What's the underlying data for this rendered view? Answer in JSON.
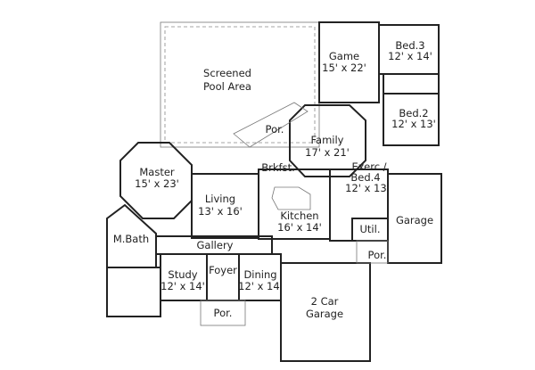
{
  "rooms": {
    "pool": {
      "name": "Screened",
      "name2": "Pool Area"
    },
    "game": {
      "name": "Game",
      "size": "15' x 22'"
    },
    "bed3": {
      "name": "Bed.3",
      "size": "12' x 14'"
    },
    "bed2": {
      "name": "Bed.2",
      "size": "12' x 13'"
    },
    "por_rear": {
      "name": "Por."
    },
    "family": {
      "name": "Family",
      "size": "17' x 21'"
    },
    "brkfst": {
      "name": "Brkfst."
    },
    "master": {
      "name": "Master",
      "size": "15' x 23'"
    },
    "living": {
      "name": "Living",
      "size": "13' x 16'"
    },
    "kitchen": {
      "name": "Kitchen",
      "size": "16' x 14'"
    },
    "exerc": {
      "name": "Exerc./",
      "name2": "Bed.4",
      "size": "12' x 13'"
    },
    "garage": {
      "name": "Garage"
    },
    "util": {
      "name": "Util."
    },
    "mbath": {
      "name": "M.Bath"
    },
    "gallery": {
      "name": "Gallery"
    },
    "study": {
      "name": "Study",
      "size": "12' x 14'"
    },
    "foyer": {
      "name": "Foyer"
    },
    "dining": {
      "name": "Dining",
      "size": "12' x 14'"
    },
    "por_side": {
      "name": "Por."
    },
    "por_front": {
      "name": "Por."
    },
    "garage2": {
      "name": "2 Car",
      "name2": "Garage"
    }
  }
}
